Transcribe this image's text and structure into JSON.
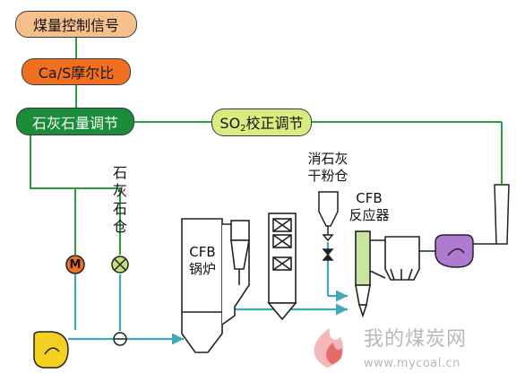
{
  "nodes": {
    "coal_signal": "煤量控制信号",
    "ca_s_ratio": "Ca/S摩尔比",
    "lime_regulation": "石灰石量调节",
    "so2_prefix": "SO",
    "so2_sub": "2",
    "so2_suffix": "校正调节",
    "lime_bin": [
      "石",
      "灰",
      "石",
      "仓"
    ],
    "slaked_lime_line1": "消石灰",
    "slaked_lime_line2": "干粉仓",
    "cfb_reactor_line1": "CFB",
    "cfb_reactor_line2": "反应器",
    "cfb_boiler_line1": "CFB",
    "cfb_boiler_line2": "锅炉",
    "motor": "M"
  },
  "watermark": {
    "name": "我的煤炭网",
    "url": "www.mycoal.cn"
  },
  "colors": {
    "coal_signal": "#f6c08a",
    "ca_s_ratio": "#f0701f",
    "lime_regulation": "#1b8d3a",
    "so2_correction": "#d8ec80",
    "flow_line": "#3ea7b8",
    "blower": "#f5d020",
    "fan": "#b07ad0",
    "reactor": "#c8e6a0",
    "motor": "#f0701f",
    "valve": "#c5e07a"
  }
}
